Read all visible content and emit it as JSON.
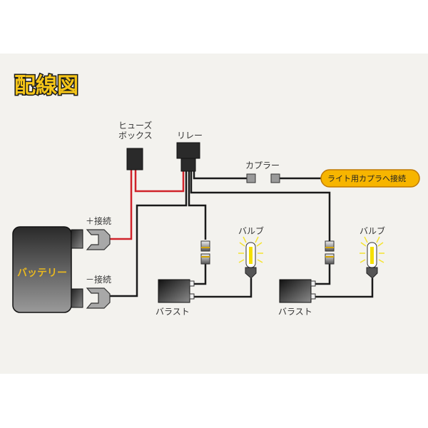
{
  "title": "配線図",
  "labels": {
    "fuse_box": [
      "ヒューズ",
      "ボックス"
    ],
    "relay": "リレー",
    "coupler": "カプラー",
    "light_coupler_pill": "ライト用カプラへ接続",
    "plus_connection": "＋接続",
    "minus_connection": "－接続",
    "battery": "バッテリー",
    "bulb_left": "バルブ",
    "bulb_right": "バルブ",
    "ballast_left": "バラスト",
    "ballast_right": "バラスト"
  },
  "colors": {
    "title_fill": "#f5c518",
    "wire_red": "#d0232a",
    "wire_black": "#1a1a1a",
    "pill_fill": "#f7b500",
    "bulb_glow": "#f5e000"
  }
}
